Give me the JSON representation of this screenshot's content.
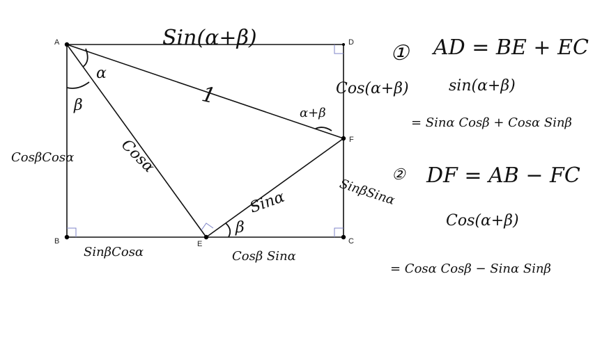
{
  "points": {
    "A": "A",
    "B": "B",
    "C": "C",
    "D": "D",
    "E": "E",
    "F": "F"
  },
  "segment_labels": {
    "AD": "Sin(α+β)",
    "AF": "1",
    "AE": "Cosα",
    "EF": "Sinα",
    "AB": "CosβCosα",
    "BE": "SinβCosα",
    "EC": "Cosβ Sinα",
    "DF": "Cos(α+β)",
    "FC": "SinβSinα"
  },
  "angle_labels": {
    "alpha_at_A": "α",
    "beta_at_A": "β",
    "alpha_beta_at_F": "α+β",
    "beta_at_E": "β"
  },
  "notes": {
    "one": {
      "marker": "①",
      "equation": "AD = BE + EC",
      "line2": "sin(α+β)",
      "line3": "= Sinα Cosβ + Cosα Sinβ"
    },
    "two": {
      "marker": "②",
      "equation": "DF = AB − FC",
      "line2": "Cos(α+β)",
      "line3": "= Cosα Cosβ − Sinα Sinβ"
    }
  }
}
